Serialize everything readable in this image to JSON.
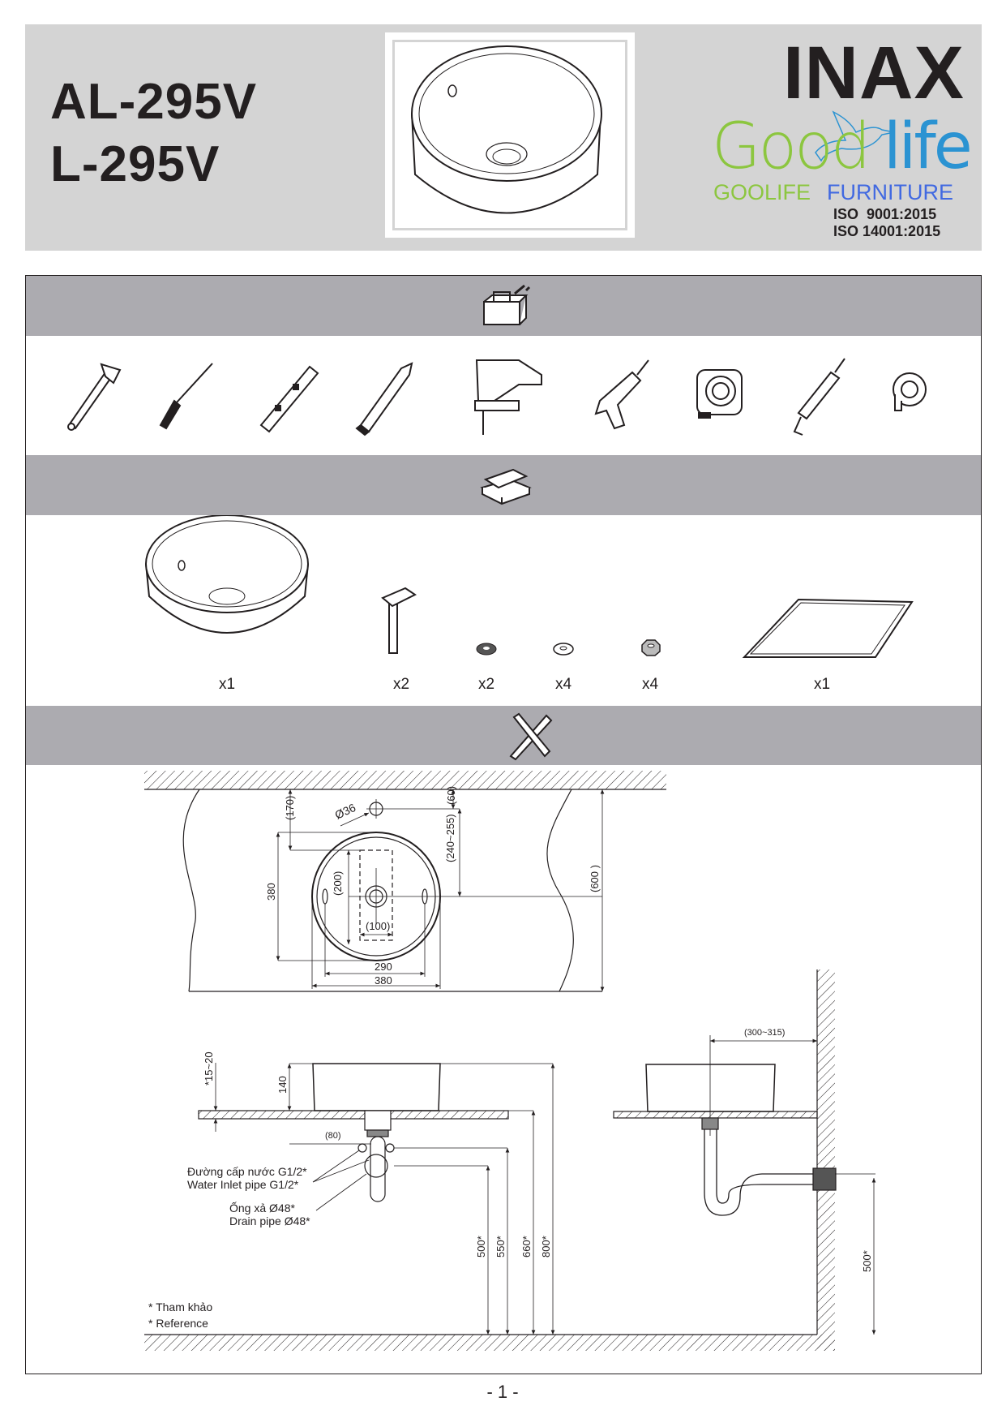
{
  "header": {
    "model_1": "AL-295V",
    "model_2": "L-295V",
    "brand": "INAX",
    "logo": {
      "word_1": "Good",
      "word_2": "life",
      "tagline_1": "GOOLIFE",
      "tagline_2": "FURNITURE",
      "iso_1": "ISO  9001:2015",
      "iso_2": "ISO 14001:2015"
    }
  },
  "sections": {
    "tools_icon": "toolbox-icon",
    "parts_icon": "box-icon",
    "dimensions_icon": "ruler-pencil-icon"
  },
  "tools": [
    "adjustable-wrench-icon",
    "screwdriver-icon",
    "spirit-level-icon",
    "pencil-icon",
    "jigsaw-icon",
    "drill-icon",
    "tape-measure-icon",
    "silicone-gun-icon",
    "sealing-tape-icon"
  ],
  "parts": [
    {
      "name": "basin",
      "qty": "x1"
    },
    {
      "name": "bolt",
      "qty": "x2"
    },
    {
      "name": "rubber-washer",
      "qty": "x2"
    },
    {
      "name": "metal-washer",
      "qty": "x4"
    },
    {
      "name": "nut",
      "qty": "x4"
    },
    {
      "name": "template-sheet",
      "qty": "x1"
    }
  ],
  "plan": {
    "d170": "(170)",
    "d36": "Ø36",
    "d60": "(60)",
    "d240": "(240~255)",
    "d380v": "380",
    "d200": "(200)",
    "d100": "(100)",
    "d290": "290",
    "d380h": "380",
    "d600": "(600 )"
  },
  "front": {
    "d1520": "*15~20",
    "d140": "140",
    "d80": "(80)",
    "inlet_vi": "Đường cấp nước G1/2*",
    "inlet_en": "Water Inlet pipe G1/2*",
    "drain_vi": "Ống xả Ø48*",
    "drain_en": "Drain pipe Ø48*",
    "d500": "500*",
    "d550": "550*",
    "d660": "660*",
    "d800": "800*"
  },
  "side": {
    "d300": "(300~315)",
    "d500": "500*"
  },
  "notes": {
    "vi": "* Tham khảo",
    "en": "* Reference"
  },
  "page_number": "- 1 -"
}
